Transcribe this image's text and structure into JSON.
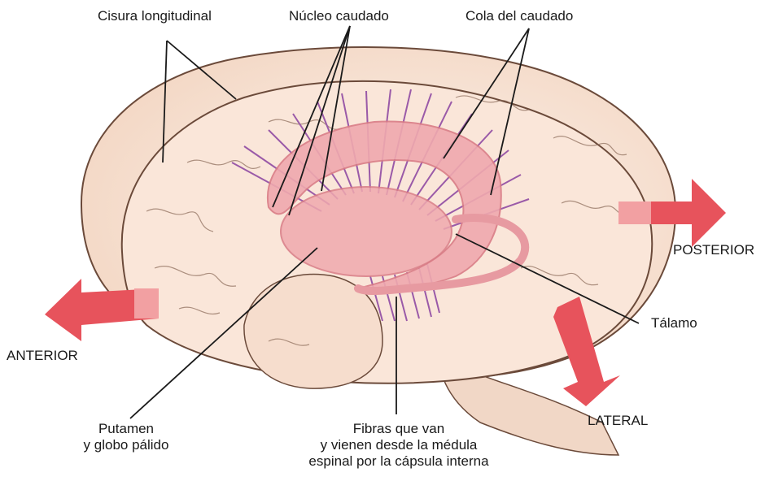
{
  "labels": {
    "longitudinal_fissure": "Cisura longitudinal",
    "caudate_nucleus": "Núcleo caudado",
    "caudate_tail": "Cola del caudado",
    "posterior": "POSTERIOR",
    "anterior": "ANTERIOR",
    "thalamus": "Tálamo",
    "lateral": "LATERAL",
    "putamen_line1": "Putamen",
    "putamen_line2": "y globo pálido",
    "fibers_line1": "Fibras que van",
    "fibers_line2": "y vienen desde la médula",
    "fibers_line3": "espinal por la cápsula interna"
  },
  "colors": {
    "brain_fill": "#f8e3d4",
    "brain_outline": "#6b4a3a",
    "basal_ganglia": "#f0a9ae",
    "basal_ganglia_dark": "#d97c86",
    "fibers": "#9a5aa8",
    "arrow": "#e7535c",
    "arrow_light": "#f2a0a2",
    "leader_line": "#1a1a1a"
  }
}
